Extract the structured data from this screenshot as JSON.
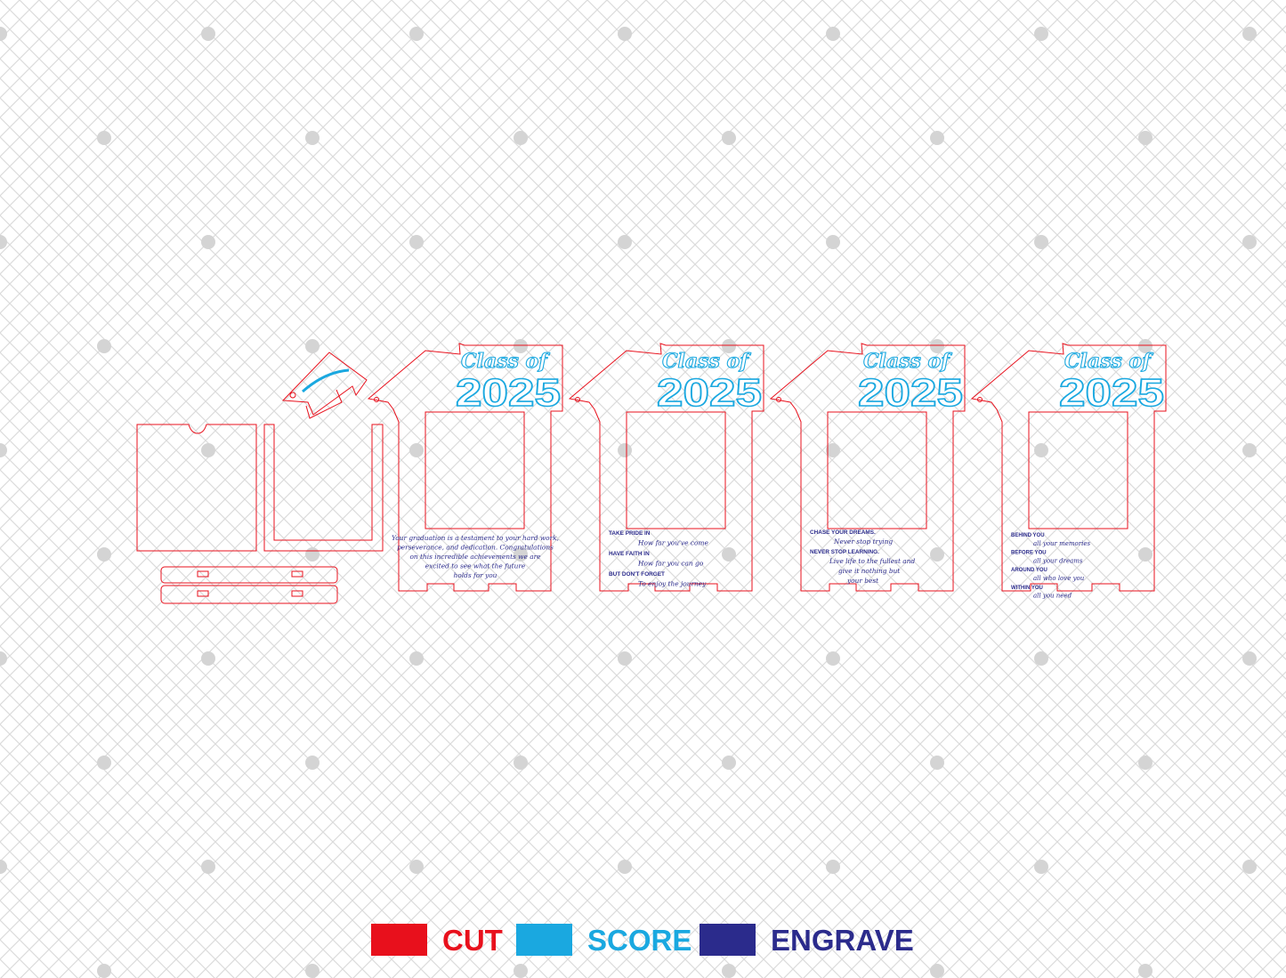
{
  "colors": {
    "cut": "#e8101c",
    "score": "#1aa8e0",
    "engrave": "#2b2b8c",
    "background_grid": "#d9d9d9"
  },
  "frames": [
    {
      "class_label": "Class of",
      "year": "2025",
      "lines": [
        "Your graduation is a testament to your hard work,",
        "perseverance, and dedication. Congratulations",
        "on this incredible achievements we are",
        "excited to see what the future",
        "holds for you"
      ]
    },
    {
      "class_label": "Class of",
      "year": "2025",
      "lines": [
        "TAKE   PRIDE IN",
        "How far you've come",
        "HAVE FAITH IN",
        "How far you can go",
        "BUT DON'T FORGET",
        "To enjoy the journey"
      ]
    },
    {
      "class_label": "Class of",
      "year": "2025",
      "lines": [
        "CHASE YOUR DREAMS.",
        "Never stop trying",
        "NEVER STOP LEARNING.",
        "Live life to the fullest and",
        "give it nothing but",
        "your best"
      ]
    },
    {
      "class_label": "Class of",
      "year": "2025",
      "lines": [
        "BEHIND YOU",
        "all your memories",
        "BEFORE YOU",
        "all your dreams",
        "AROUND YOU",
        "all who love you",
        "WITHIN YOU",
        "all you need"
      ]
    }
  ],
  "legend": [
    {
      "label": "CUT",
      "color": "#e8101c"
    },
    {
      "label": "SCORE",
      "color": "#1aa8e0"
    },
    {
      "label": "ENGRAVE",
      "color": "#2b2b8c"
    }
  ]
}
